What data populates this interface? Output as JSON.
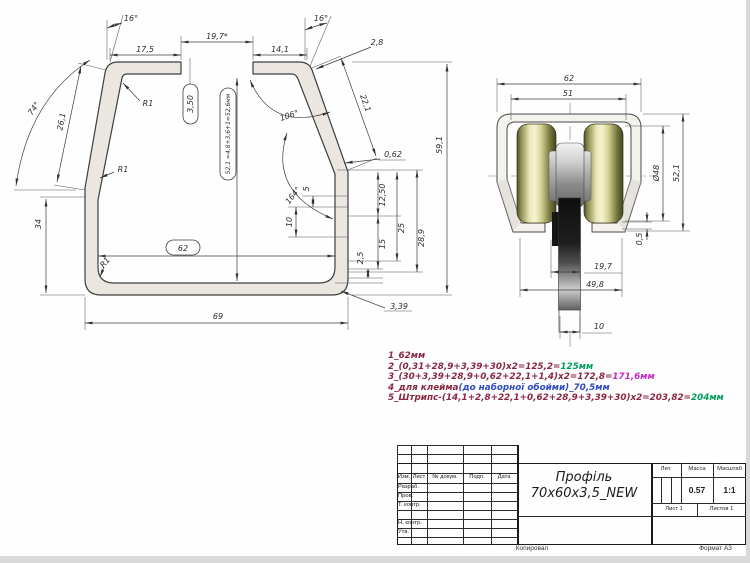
{
  "left_view": {
    "dims": {
      "angle_top_left": "16°",
      "flange_left": "17,5",
      "gap": "19,7*",
      "flange_right": "14,1",
      "angle_top_right": "16°",
      "thickness_right": "2,8",
      "slant_left_len": "26,1",
      "angle_left": "74°",
      "fillet_top": "R1",
      "fillet_mid": "R1",
      "fillet_bottom": "R1",
      "thickness_oval": "3,50",
      "height_oval": "52,1  =4,8+3,6+1=52,6мм",
      "angle_flange": "106°",
      "slant_right_len": "22,1",
      "step": "0,62",
      "height_total": "59,1",
      "angle_wall": "164°",
      "seam_5": "5",
      "seam_10": "10",
      "d12_50": "12,50",
      "d25": "25",
      "d15": "15",
      "d2_5": "2,5",
      "d28_9": "28,9",
      "inner_width": "62",
      "left_wall": "34",
      "width_total": "69",
      "thickness_bottom": "3,39"
    }
  },
  "right_view": {
    "dims": {
      "width": "62",
      "inner_width": "51",
      "wheel_dia": "Ø48",
      "height": "52,1",
      "gap": "0,5",
      "bracket_w": "19,7",
      "span": "49,8",
      "tail_w": "10"
    },
    "colors": {
      "wheel": "#d6d392",
      "hub": "#a8a8a8",
      "bracket": "#1e1e1e"
    }
  },
  "notes": [
    {
      "parts": [
        {
          "t": "1_62мм",
          "c": "#8a2742"
        }
      ]
    },
    {
      "parts": [
        {
          "t": "2_(0,31+28,9+3,39+30)x2=125,2=",
          "c": "#8a2742"
        },
        {
          "t": "125мм",
          "c": "#00a05a"
        }
      ]
    },
    {
      "parts": [
        {
          "t": "3_(30+3,39+28,9+0,62+22,1+1,4)x2=172,8=",
          "c": "#8a2742"
        },
        {
          "t": "171,6мм",
          "c": "#c628c6"
        }
      ]
    },
    {
      "parts": [
        {
          "t": "4_для клейма",
          "c": "#8a2742"
        },
        {
          "t": "(до наборної обойми)_70,5мм",
          "c": "#2f4bbf"
        }
      ]
    },
    {
      "parts": [
        {
          "t": "5_Штрипс-(14,1+2,8+22,1+0,62+28,9+3,39+30)x2=203,82=",
          "c": "#8a2742"
        },
        {
          "t": "204мм",
          "c": "#00a05a"
        }
      ]
    }
  ],
  "title_block": {
    "header_cols": [
      "Изм.",
      "Лист",
      "№ докум.",
      "Подп.",
      "Дата"
    ],
    "rows": [
      "Разраб.",
      "Пров.",
      "Т. контр.",
      "Н. контр.",
      "Утв."
    ],
    "title_line1": "Профіль",
    "title_line2": "70x60x3,5_NEW",
    "lit_label": "Лит.",
    "mass_label": "Масса",
    "scale_label": "Масштаб",
    "mass_value": "0.57",
    "scale_value": "1:1",
    "sheet": "Лист 1",
    "sheets": "Листов 1"
  },
  "footer": {
    "left": "Копировал",
    "right": "Формат А3"
  }
}
